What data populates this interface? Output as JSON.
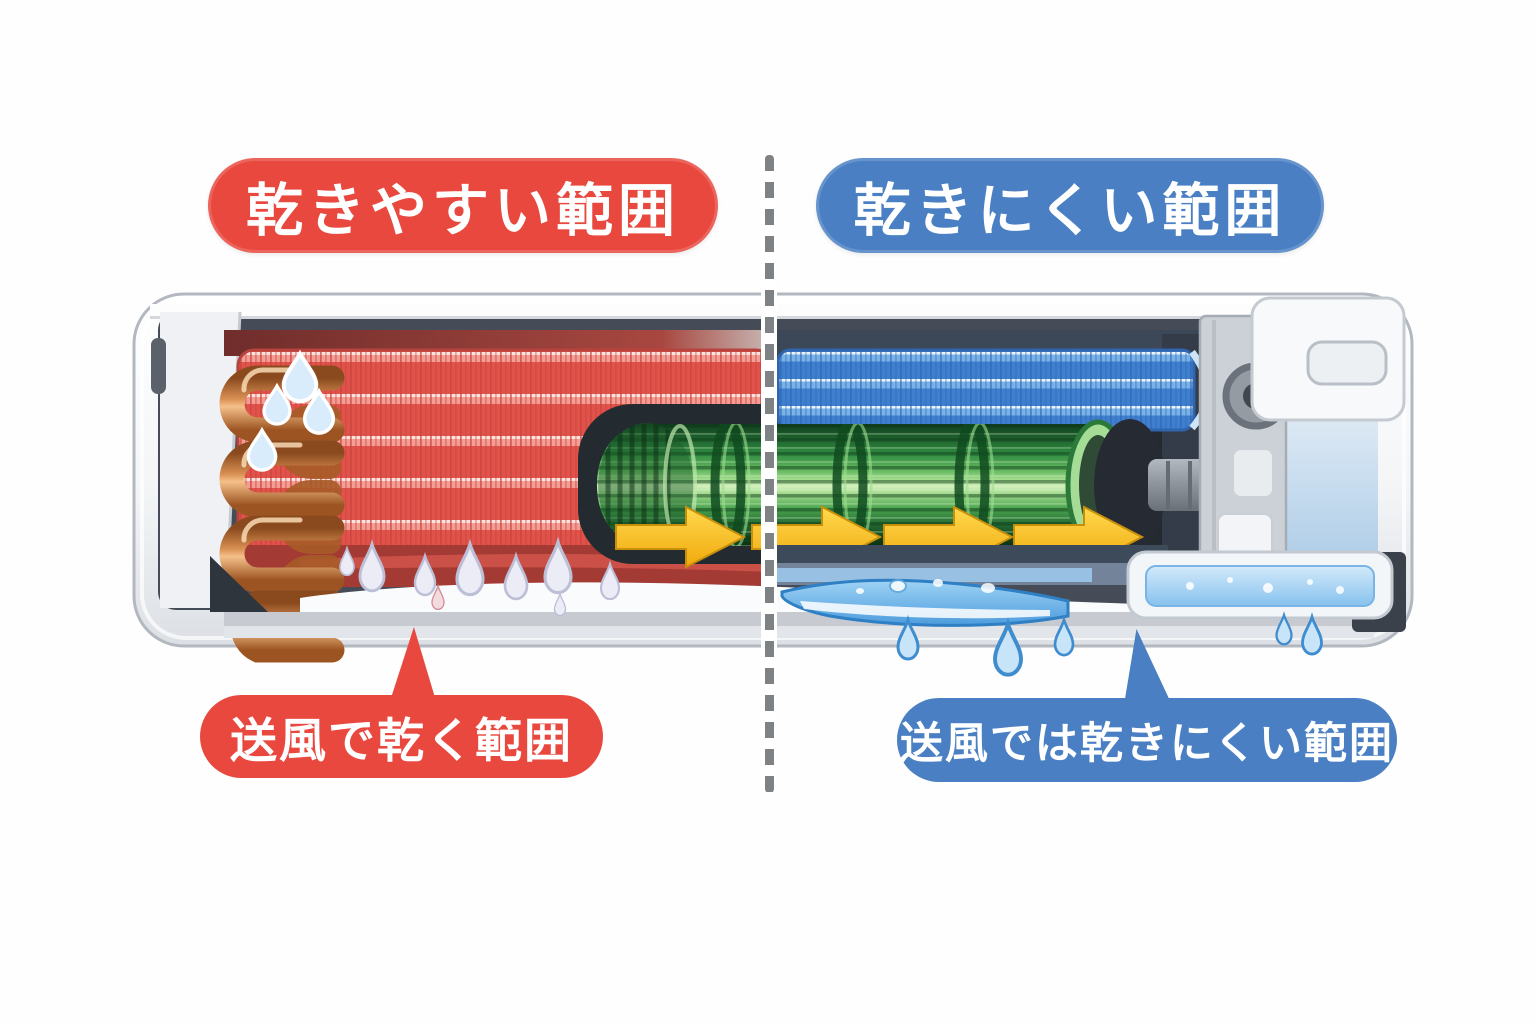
{
  "zones": {
    "left": {
      "pill_label": "乾きやすい範囲",
      "callout_label": "送風で乾く範囲",
      "accent_color": "#e9483f"
    },
    "right": {
      "pill_label": "乾きにくい範囲",
      "callout_label": "送風では乾きにくい範囲",
      "accent_color": "#4a80c3"
    }
  },
  "divider": {
    "style": "vertical-dashed",
    "color": "#7f8285"
  },
  "illustration": {
    "subject": "壁掛けエアコン内部断面図",
    "airflow_arrow_count": 4,
    "colors": {
      "casing_white": "#f4f6f8",
      "interior_dark": "#454c57",
      "fin_red": "#e0524a",
      "fin_blue": "#3f7fd0",
      "copper_pipe": "#c97a3c",
      "fan_green": "#2f8a41",
      "arrow_yellow": "#f6b814",
      "water_blue": "#5aa6e2"
    },
    "icons": {
      "airflow-arrow": "➜",
      "water-drop": "💧"
    }
  }
}
